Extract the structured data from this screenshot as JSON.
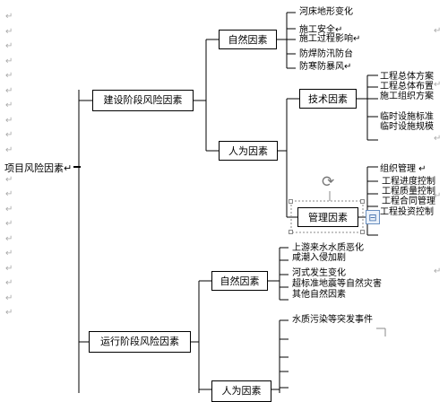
{
  "diagram": {
    "root": {
      "label": "项目风险因素↵"
    },
    "branches": [
      {
        "label": "建设阶段风险因素",
        "children": [
          {
            "label": "自然因素",
            "leaves": [
              "河床地形变化",
              "施工安全↵",
              "施工过程影响↵",
              "防焊防汛防台",
              "防寒防暴风↵"
            ]
          },
          {
            "label": "人为因素",
            "groups": [
              {
                "label": "技术因素",
                "leaves": [
                  "工程总体方案",
                  "工程总体布置",
                  "施工组织方案",
                  "临时设施标准",
                  "临时设施规模"
                ]
              },
              {
                "label": "管理因素",
                "leaves": [
                  "组织管理 ↵",
                  "工程进度控制",
                  "工程质量控制",
                  "工程合同管理",
                  "工程投资控制"
                ]
              }
            ]
          }
        ]
      },
      {
        "label": "运行阶段风险因素",
        "children": [
          {
            "label": "自然因素",
            "leaves": [
              "上游来水水质恶化",
              "咸潮入侵加剧",
              "河式发生变化",
              "超标准地震等自然灾害",
              "其他自然因素"
            ]
          },
          {
            "label": "人为因素",
            "leaves": [
              "水质污染等突发事件"
            ]
          }
        ]
      }
    ],
    "paragraph_mark": "↵",
    "trailing_mark": "↵",
    "rotate_glyph": "⟳",
    "layout_glyph": "⊟"
  }
}
